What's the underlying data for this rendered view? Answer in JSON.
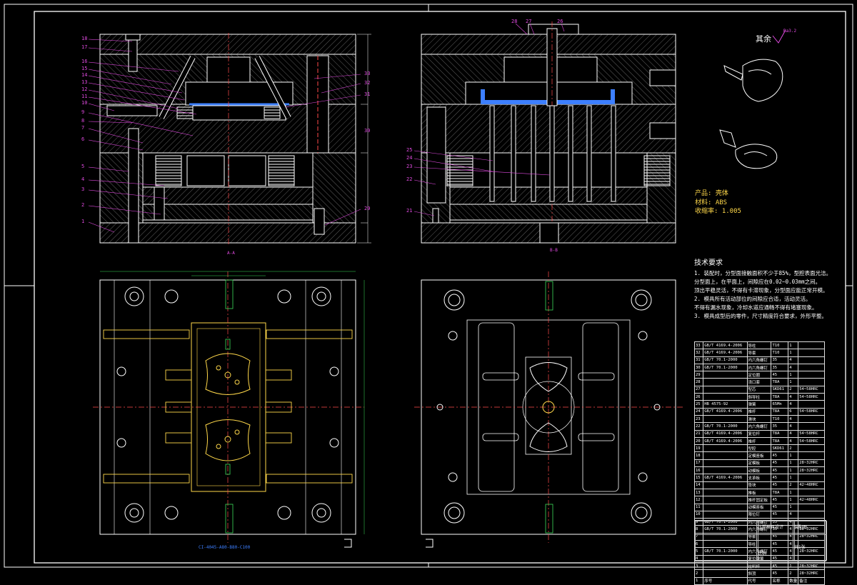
{
  "drawing": {
    "section_label_left": "A-A",
    "section_label_right": "B-B",
    "roughness_symbol_prefix": "其余",
    "roughness_value": "Ra3.2",
    "product_info": {
      "product": "产品: 壳体",
      "material": "材料: ABS",
      "shrinkage": "收缩率: 1.005"
    },
    "mold_base_code": "CI-4045-A80-B80-C100",
    "tech_requirements": {
      "title": "技术要求",
      "lines": [
        "1. 装配时，分型面接触面积不少于85%，型腔表面光洁。",
        "分型面上，在平面上，间隙应在0.02~0.03mm之间。",
        "顶出平稳灵活，不得有卡滞现象，分型面应能正常开模。",
        "2. 模具所有活动部位的间隙应合适，活动灵活。",
        "不得有漏水现象，冷却水道应通畅不得有堵塞现象。",
        "3. 模具成型后的零件，尺寸精度符合要求，外形平整。"
      ]
    },
    "balloons_left": [
      "18",
      "17",
      "16",
      "15",
      "14",
      "13",
      "12",
      "11",
      "10",
      "9",
      "8",
      "7",
      "6",
      "5",
      "4",
      "3",
      "2",
      "1"
    ],
    "balloons_left_right": [
      "33",
      "32",
      "31",
      "30",
      "29"
    ],
    "balloons_right_top": [
      "28",
      "27",
      "26"
    ],
    "balloons_right_side": [
      "25",
      "24",
      "23",
      "22",
      "21"
    ],
    "part_rows": [
      [
        "33",
        "GB/T 4169.4-2006",
        "导柱",
        "T10",
        "1",
        ""
      ],
      [
        "32",
        "GB/T 4169.4-2006",
        "导套",
        "T10",
        "1",
        ""
      ],
      [
        "31",
        "GB/T 70.1-2000",
        "内六角螺钉",
        "35",
        "4",
        ""
      ],
      [
        "30",
        "GB/T 70.1-2000",
        "内六角螺钉",
        "35",
        "4",
        ""
      ],
      [
        "29",
        "",
        "定位圈",
        "45",
        "1",
        ""
      ],
      [
        "28",
        "",
        "浇口套",
        "T8A",
        "1",
        ""
      ],
      [
        "27",
        "",
        "型芯",
        "SKD61",
        "2",
        "54~58HRC"
      ],
      [
        "26",
        "",
        "斜导柱",
        "T8A",
        "4",
        "54~58HRC"
      ],
      [
        "25",
        "HB 4575-92",
        "弹簧",
        "65Mn",
        "4",
        ""
      ],
      [
        "24",
        "GB/T 4169.4-2006",
        "推杆",
        "T8A",
        "6",
        "54~58HRC"
      ],
      [
        "23",
        "",
        "滑块",
        "T10",
        "4",
        ""
      ],
      [
        "22",
        "GB/T 70.1-2000",
        "内六角螺钉",
        "35",
        "4",
        ""
      ],
      [
        "21",
        "GB/T 4169.4-2006",
        "复位杆",
        "T8A",
        "4",
        "54~58HRC"
      ],
      [
        "20",
        "GB/T 4169.4-2006",
        "推杆",
        "T8A",
        "4",
        "54~58HRC"
      ],
      [
        "19",
        "",
        "型腔",
        "SKD61",
        "2",
        ""
      ],
      [
        "18",
        "",
        "定模座板",
        "45",
        "1",
        ""
      ],
      [
        "17",
        "",
        "定模板",
        "45",
        "1",
        "28~32HRC"
      ],
      [
        "16",
        "",
        "动模板",
        "45",
        "1",
        "28~32HRC"
      ],
      [
        "15",
        "GB/T 4169.4-2006",
        "支承板",
        "45",
        "1",
        ""
      ],
      [
        "14",
        "",
        "垫块",
        "45",
        "2",
        "42~48HRC"
      ],
      [
        "13",
        "",
        "推板",
        "T8A",
        "1",
        ""
      ],
      [
        "12",
        "",
        "推杆固定板",
        "45",
        "1",
        "42~48HRC"
      ],
      [
        "11",
        "",
        "动模座板",
        "45",
        "1",
        ""
      ],
      [
        "10",
        "",
        "限位钉",
        "45",
        "4",
        ""
      ],
      [
        "9",
        "GB/T 70.1-2000",
        "内六角螺钉",
        "35",
        "4",
        ""
      ],
      [
        "8",
        "GB/T 70.1-2000",
        "内六角螺钉",
        "35",
        "4",
        "28~32HRC"
      ],
      [
        "7",
        "",
        "导套",
        "45",
        "4",
        "28~32HRC"
      ],
      [
        "6",
        "",
        "导柱",
        "45",
        "4",
        ""
      ],
      [
        "5",
        "GB/T 70.1-2000",
        "内六角螺钉",
        "45",
        "4",
        "28~32HRC"
      ],
      [
        "4",
        "",
        "复位弹簧",
        "45",
        "4",
        ""
      ],
      [
        "3",
        "",
        "拉料杆",
        "45",
        "1",
        "28~32HRC"
      ],
      [
        "2",
        "",
        "斜顶",
        "45",
        "2",
        "28~32HRC"
      ],
      [
        "1",
        "序号",
        "代号",
        "名称",
        "数量",
        "备注"
      ]
    ],
    "title_block": {
      "name": "注塑模具设计",
      "drawing_no": "装配图",
      "scale": "比例",
      "sheet": "共1张"
    }
  }
}
